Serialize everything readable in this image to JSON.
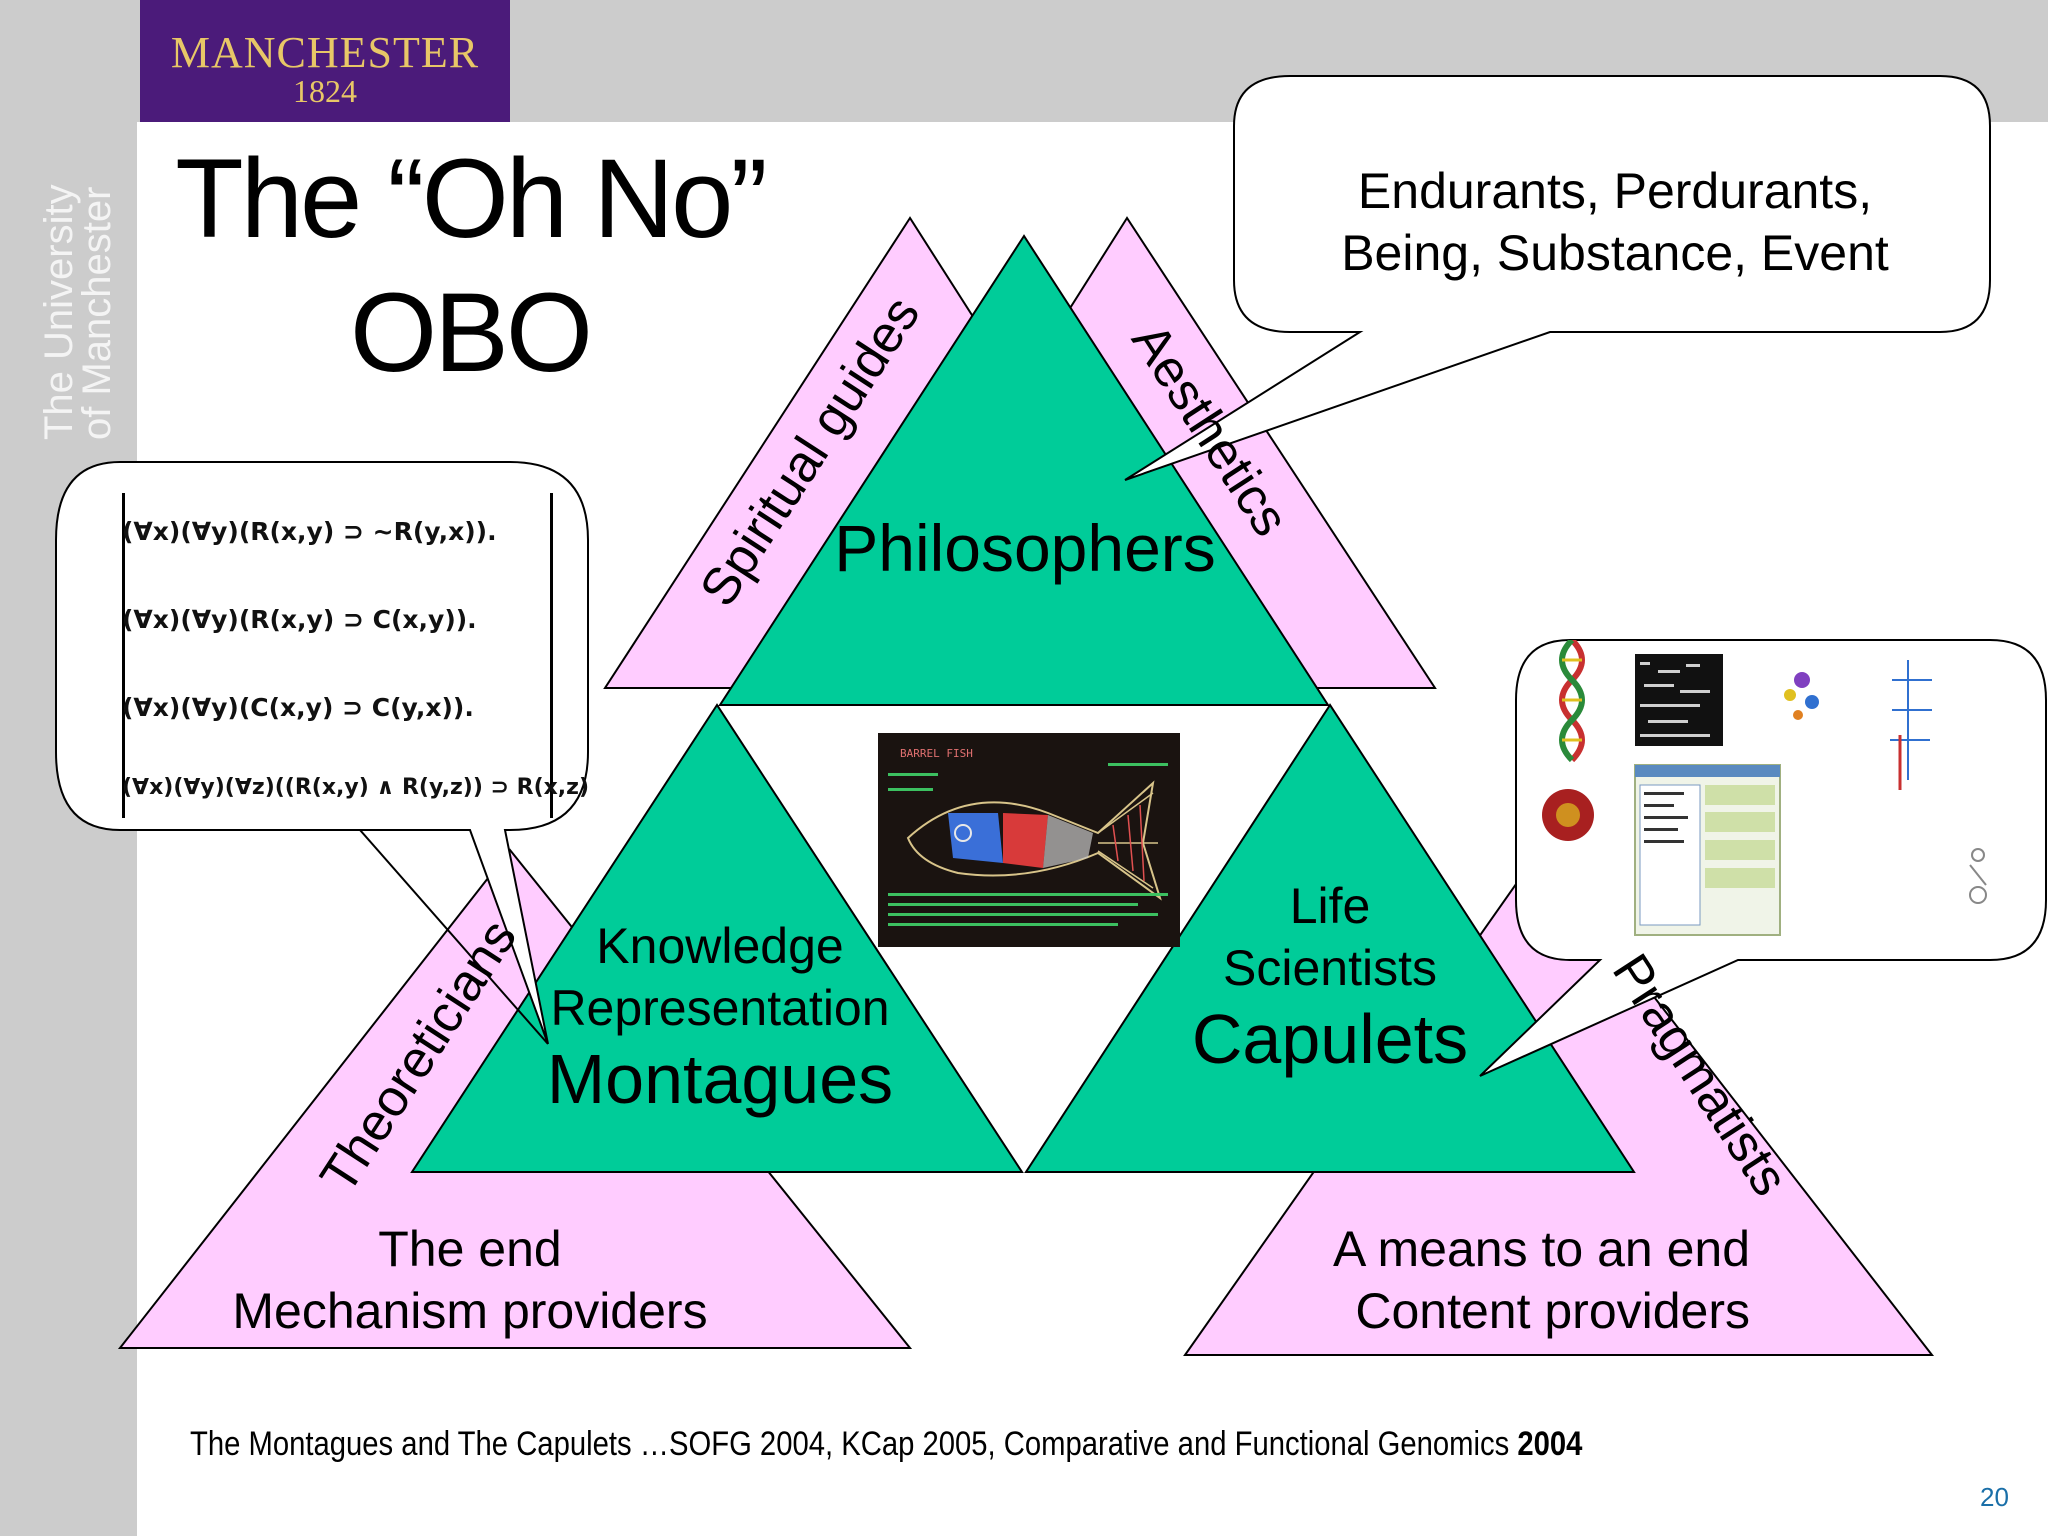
{
  "logo": {
    "name": "MANCHESTER",
    "year": "1824",
    "side_text_1": "The University",
    "side_text_2": "of Manchester"
  },
  "title": {
    "line1": "The “Oh No”",
    "line2": "OBO"
  },
  "callout_top": {
    "line1": "Endurants, Perdurants,",
    "line2": "Being, Substance, Event"
  },
  "green_triangles": {
    "top": {
      "label": "Philosophers"
    },
    "left": {
      "line1": "Knowledge",
      "line2": "Representation",
      "line3": "Montagues"
    },
    "right": {
      "line1": "Life",
      "line2": "Scientists",
      "line3": "Capulets"
    }
  },
  "pink_triangles": {
    "top_left_label": "Spiritual guides",
    "top_right_label": "Aesthetics",
    "bottom_left_label": "Theoreticians",
    "bottom_right_label": "Pragmatists",
    "bottom_left_text": {
      "line1": "The end",
      "line2": "Mechanism providers"
    },
    "bottom_right_text": {
      "line1": "A means to an end",
      "line2": "Content providers"
    }
  },
  "formulas": [
    "(∀x)(∀y)(R(x,y) ⊃ ~R(y,x)).",
    "(∀x)(∀y)(R(x,y) ⊃ C(x,y)).",
    "(∀x)(∀y)(C(x,y) ⊃ C(y,x)).",
    "(∀x)(∀y)(∀z)((R(x,y) ∧ R(y,z)) ⊃ R(x,z)"
  ],
  "fish_image": {
    "caption": "BARREL FISH"
  },
  "footer": {
    "text": "The Montagues and The Capulets …SOFG 2004, KCap 2005, Comparative and Functional Genomics ",
    "bold": "2004"
  },
  "page_number": "20",
  "colors": {
    "green": "#00cc99",
    "pink": "#ffccff",
    "logo_purple": "#4b1b7a",
    "logo_gold": "#e8c767",
    "bar_grey": "#cccccc",
    "page_number_blue": "#1a6fa8"
  }
}
